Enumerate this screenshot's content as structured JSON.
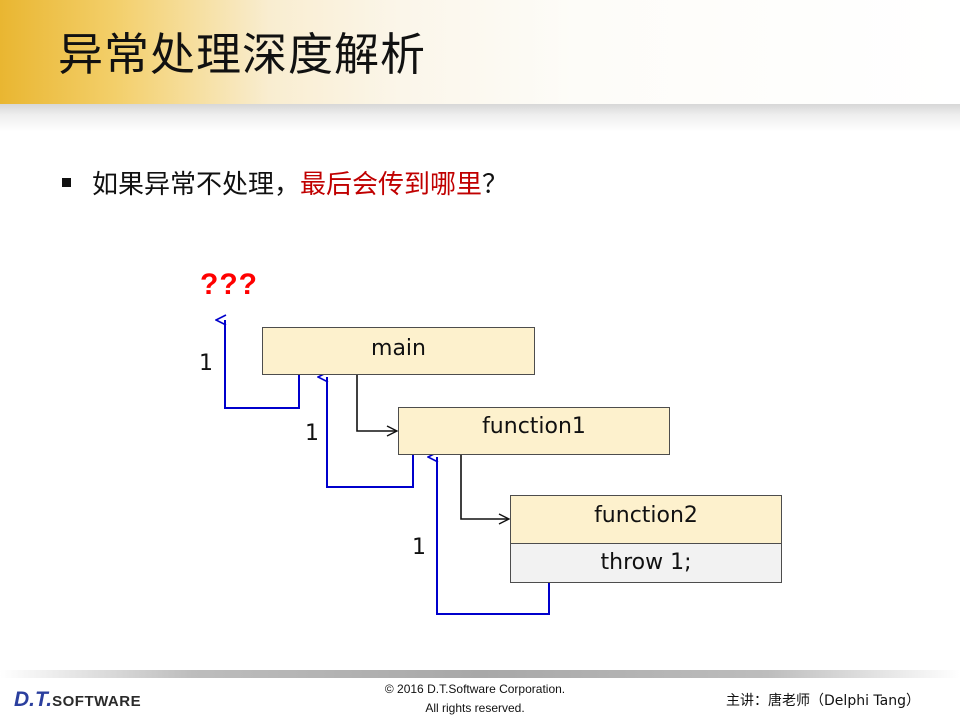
{
  "slide": {
    "title": "异常处理深度解析",
    "bullet_prefix": "如果异常不处理，",
    "bullet_highlight": "最后会传到哪里",
    "bullet_suffix": "？"
  },
  "diagram": {
    "unknown": "???",
    "boxes": {
      "main": "main",
      "function1": "function1",
      "function2": "function2",
      "throw": "throw 1;"
    },
    "return_labels": [
      "1",
      "1",
      "1"
    ],
    "colors": {
      "return_arrow": "#0000cc",
      "call_arrow": "#111111",
      "highlight": "#c00000",
      "unknown": "#ff0000"
    }
  },
  "footer": {
    "logo_dt": "D.T.",
    "logo_software": "SOFTWARE",
    "copyright_line1": "© 2016 D.T.Software Corporation.",
    "copyright_line2": "All rights reserved.",
    "lecturer": "主讲：唐老师（Delphi Tang）"
  }
}
